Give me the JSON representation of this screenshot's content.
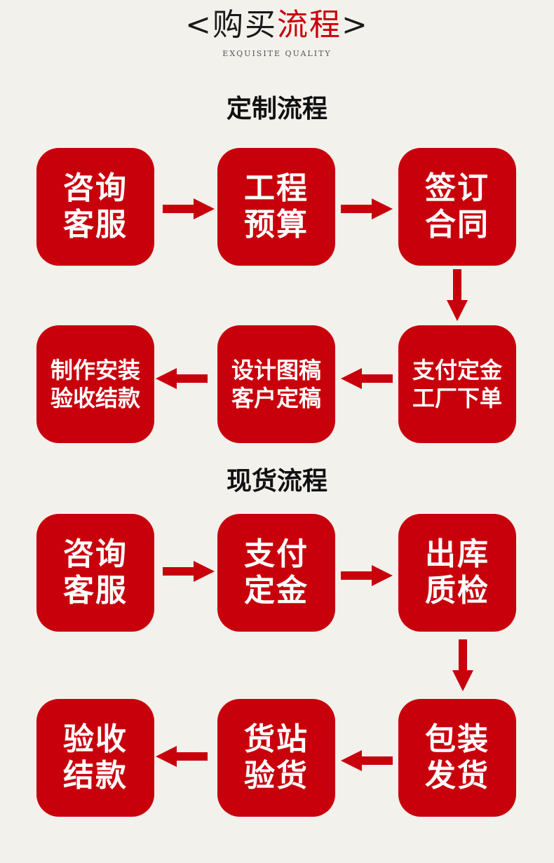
{
  "header": {
    "open": "<",
    "title_black": "购买",
    "title_red": "流程",
    "close": ">",
    "subtitle": "EXQUISITE QUALITY"
  },
  "custom": {
    "title": "定制流程",
    "steps": [
      {
        "line1": "咨询",
        "line2": "客服"
      },
      {
        "line1": "工程",
        "line2": "预算"
      },
      {
        "line1": "签订",
        "line2": "合同"
      },
      {
        "line1": "支付定金",
        "line2": "工厂下单"
      },
      {
        "line1": "设计图稿",
        "line2": "客户定稿"
      },
      {
        "line1": "制作安装",
        "line2": "验收结款"
      }
    ]
  },
  "stock": {
    "title": "现货流程",
    "steps": [
      {
        "line1": "咨询",
        "line2": "客服"
      },
      {
        "line1": "支付",
        "line2": "定金"
      },
      {
        "line1": "出库",
        "line2": "质检"
      },
      {
        "line1": "包装",
        "line2": "发货"
      },
      {
        "line1": "货站",
        "line2": "验货"
      },
      {
        "line1": "验收",
        "line2": "结款"
      }
    ]
  },
  "colors": {
    "accent": "#c8000c",
    "background": "#f3f1ec"
  }
}
